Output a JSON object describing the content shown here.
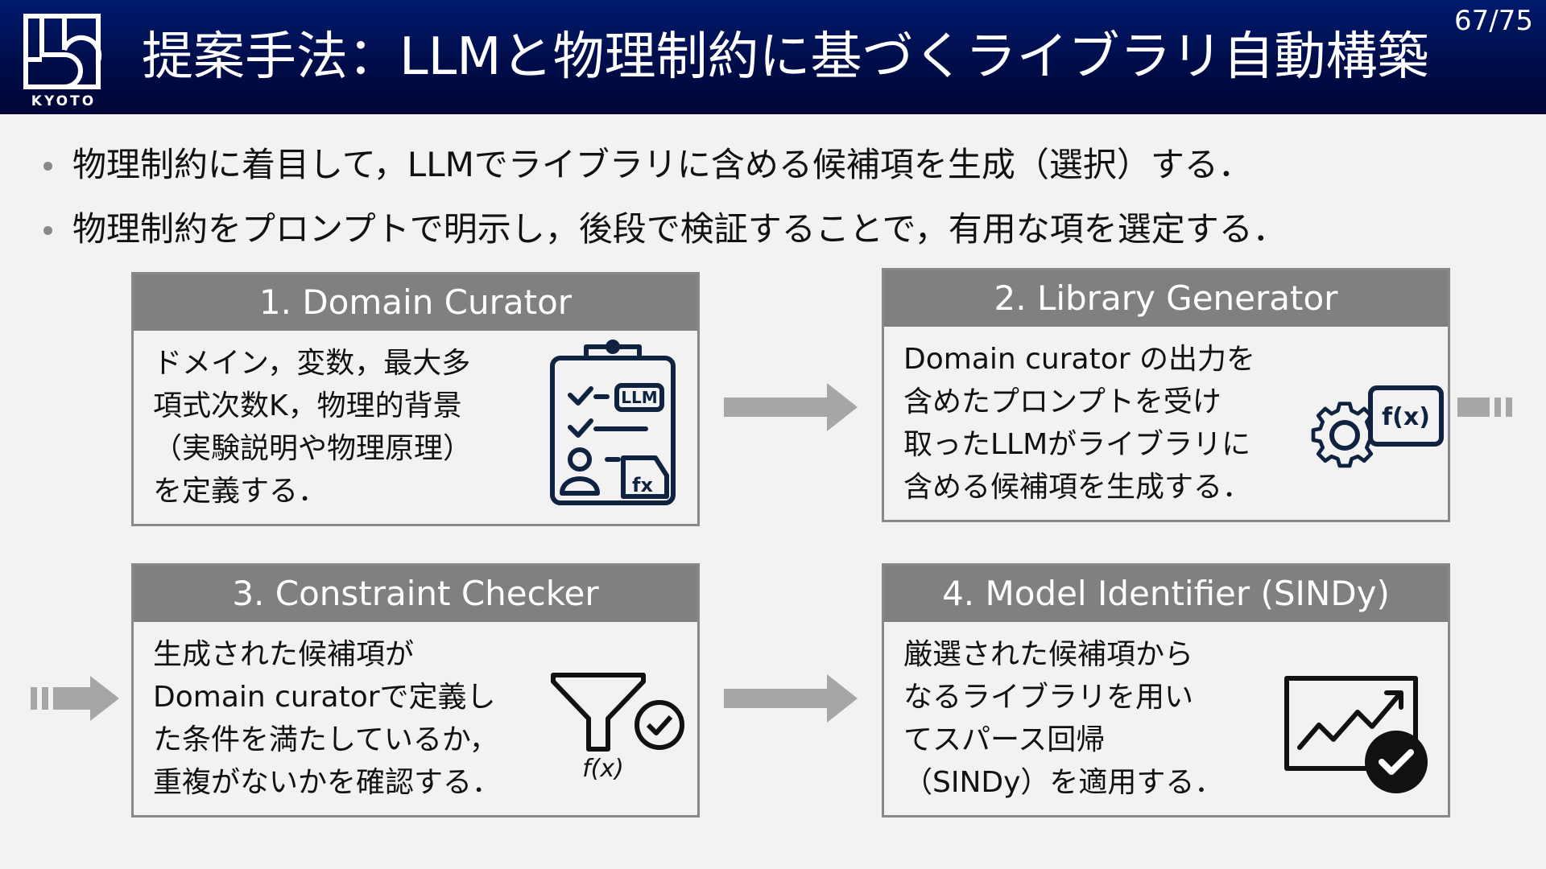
{
  "header": {
    "title": "提案手法：LLMと物理制約に基づくライブラリ自動構築",
    "page_number": "67/75",
    "logo_text": "KYOTO"
  },
  "bullets": [
    "物理制約に着目して，LLMでライブラリに含める候補項を生成（選択）する．",
    "物理制約をプロンプトで明示し，後段で検証することで，有用な項を選定する．"
  ],
  "steps": [
    {
      "title": "1. Domain Curator",
      "lines": [
        "ドメイン，変数，最大多",
        "項式次数K，物理的背景",
        "（実験説明や物理原理）",
        "を定義する．"
      ],
      "icon": "clipboard-checklist-icon",
      "icon_labels": [
        "LLM",
        "fx"
      ]
    },
    {
      "title": "2. Library Generator",
      "lines": [
        "Domain curator の出力を",
        "含めたプロンプトを受け",
        "取ったLLMがライブラリに",
        "含める候補項を生成する．"
      ],
      "icon": "gear-function-icon",
      "icon_labels": [
        "f(x)"
      ]
    },
    {
      "title": "3. Constraint Checker",
      "lines": [
        "生成された候補項が",
        "Domain curatorで定義し",
        "た条件を満たしているか，",
        "重複がないかを確認する．"
      ],
      "icon": "funnel-check-icon",
      "icon_labels": [
        "f(x)"
      ]
    },
    {
      "title": "4. Model Identifier (SINDy)",
      "lines": [
        "厳選された候補項から",
        "なるライブラリを用い",
        "てスパース回帰",
        "（SINDy）を適用する．"
      ],
      "icon": "chart-check-icon",
      "icon_labels": []
    }
  ],
  "colors": {
    "header_bg": "#000d4a",
    "box_header": "#808080",
    "icon_navy": "#0f2340",
    "arrow": "#a6a6a6"
  }
}
